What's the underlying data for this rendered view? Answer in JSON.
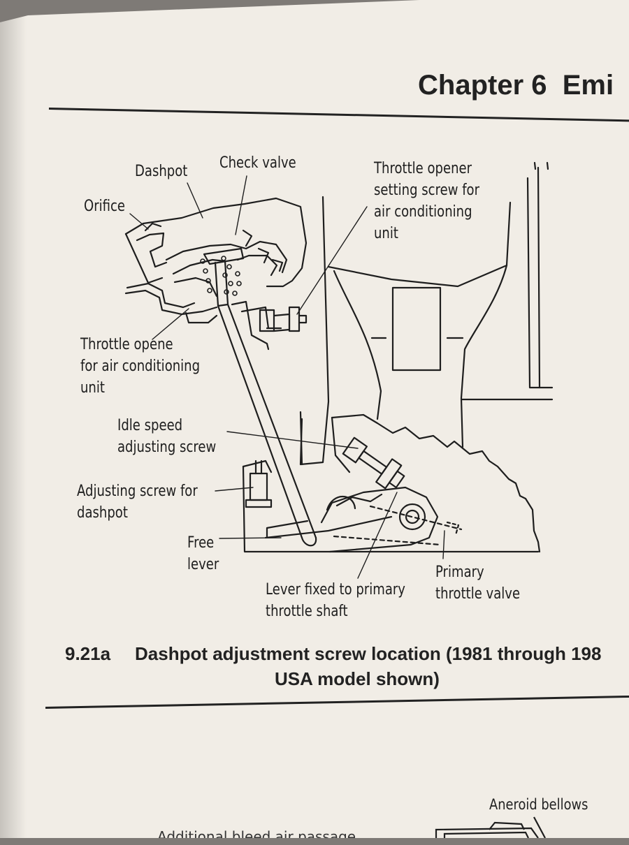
{
  "header": {
    "chapter": "Chapter 6",
    "chapter_title_partial": "Emi"
  },
  "figure": {
    "labels": {
      "dashpot": "Dashpot",
      "check_valve": "Check valve",
      "orifice": "Orifice",
      "throttle_opener_setting": [
        "Throttle opener",
        "setting screw for",
        "air conditioning",
        "unit"
      ],
      "throttle_opener_ac": [
        "Throttle opene",
        "for air conditioning",
        "unit"
      ],
      "idle_speed_screw": [
        "Idle speed",
        "adjusting screw"
      ],
      "dashpot_adjusting_screw": [
        "Adjusting screw for",
        "dashpot"
      ],
      "free_lever": [
        "Free",
        "lever"
      ],
      "lever_fixed": [
        "Lever fixed to primary",
        "throttle shaft"
      ],
      "primary_throttle_valve": [
        "Primary",
        "throttle valve"
      ]
    },
    "caption": {
      "number": "9.21a",
      "line1": "Dashpot adjustment screw location (1981 through 198",
      "line2": "USA model shown)"
    }
  },
  "next_figure": {
    "label_aneroid": "Aneroid bellows",
    "partial_text": "Additional bleed air passage"
  },
  "colors": {
    "paper": "#f1ede6",
    "ink": "#1e1e1e",
    "background": "#7e7a76"
  }
}
